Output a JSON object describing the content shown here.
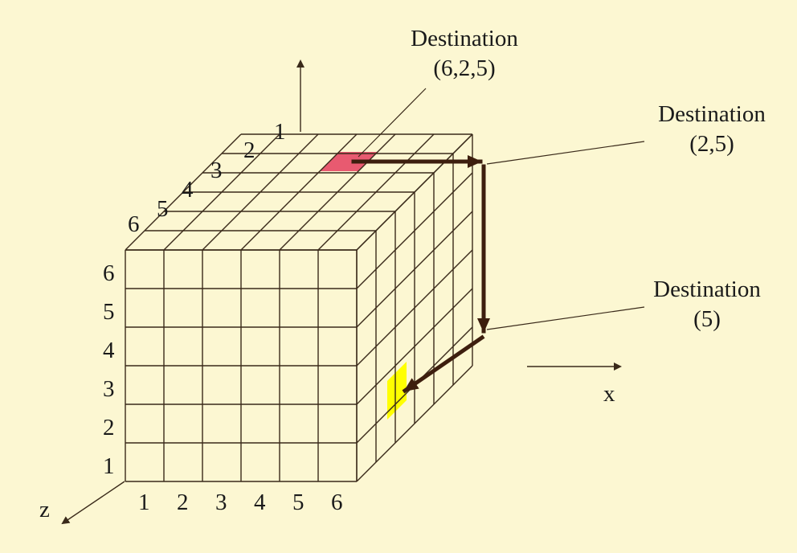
{
  "background_color": "#fcf7d2",
  "cube": {
    "dimension": 6,
    "line_color": "#3a2a1a",
    "source_color": "#ffff00",
    "destination_color": "#e85a70",
    "route_color": "#3d1e0e"
  },
  "axes": {
    "x_label": "x",
    "z_label": "z"
  },
  "front_x_labels": [
    "1",
    "2",
    "3",
    "4",
    "5",
    "6"
  ],
  "front_y_labels": [
    "6",
    "5",
    "4",
    "3",
    "2",
    "1"
  ],
  "depth_labels": [
    "1",
    "2",
    "3",
    "4",
    "5",
    "6"
  ],
  "callouts": [
    {
      "id": "dest-625",
      "line1": "Destination",
      "line2": "(6,2,5)"
    },
    {
      "id": "dest-25",
      "line1": "Destination",
      "line2": "(2,5)"
    },
    {
      "id": "dest-5",
      "line1": "Destination",
      "line2": "(5)"
    }
  ]
}
